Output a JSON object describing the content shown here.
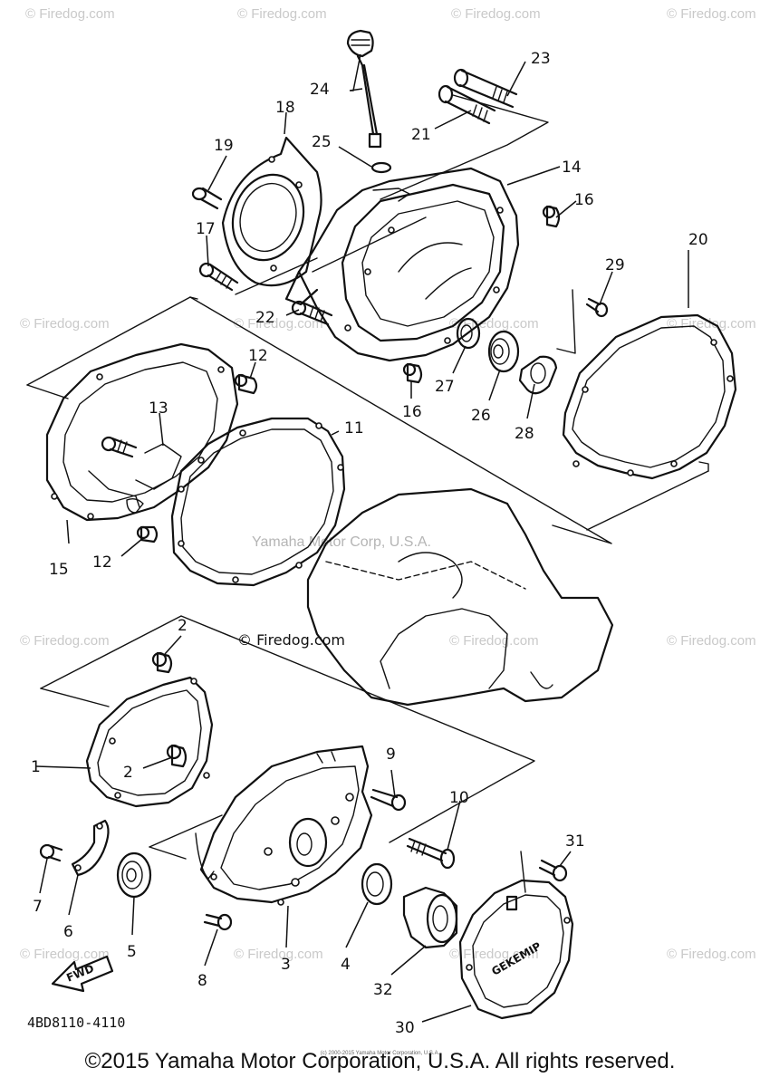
{
  "watermark_text": "© Firedog.com",
  "center_watermark": "Yamaha Motor Corp, U.S.A.",
  "mid_watermark": "© Firedog.com",
  "fwd_label": "FWD",
  "part_code": "4BD8110-4110",
  "cover_badge": "GEKEMIP",
  "copyright": "©2015 Yamaha Motor Corporation, U.S.A. All rights reserved.",
  "fine_print": "(c) 2000-2015 Yamaha Motor Corporation, U.S.A.",
  "callouts": [
    "1",
    "2",
    "2",
    "3",
    "4",
    "5",
    "6",
    "7",
    "8",
    "9",
    "10",
    "11",
    "12",
    "12",
    "13",
    "14",
    "15",
    "16",
    "16",
    "17",
    "18",
    "19",
    "20",
    "21",
    "22",
    "23",
    "24",
    "25",
    "26",
    "27",
    "28",
    "29",
    "30",
    "31",
    "32"
  ]
}
